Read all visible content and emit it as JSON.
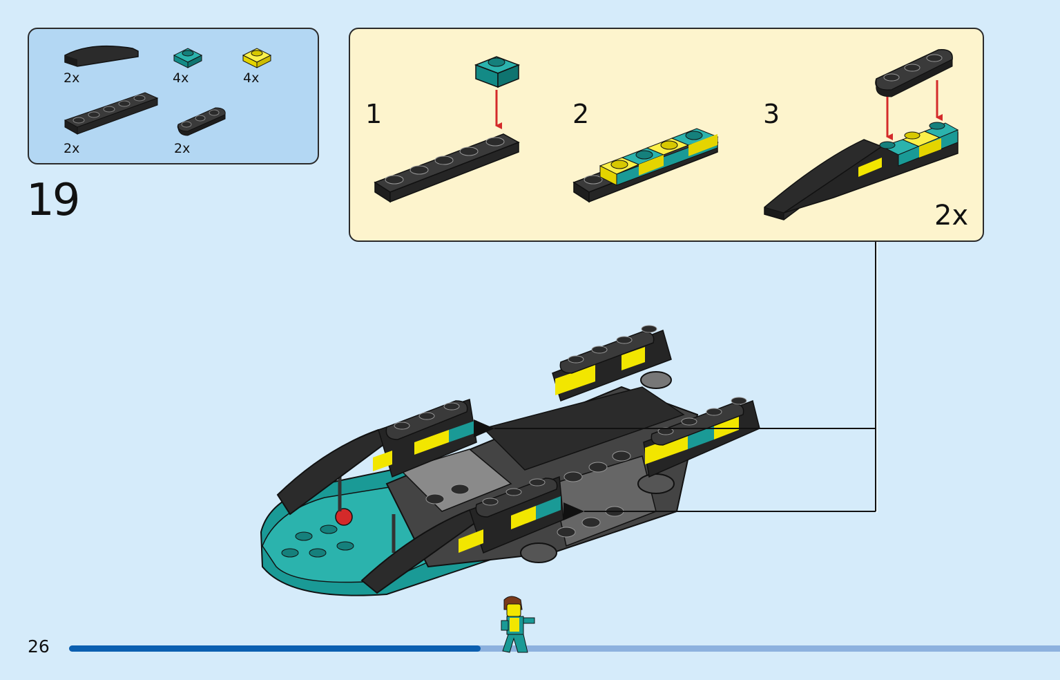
{
  "page": {
    "step_number": "19",
    "page_number": "26",
    "progress_fraction": 0.415
  },
  "parts_list": [
    {
      "name": "black-curved-slope",
      "quantity": "2x",
      "color": "#2b2b2b"
    },
    {
      "name": "teal-plate-1x1",
      "quantity": "4x",
      "color": "#1a9a96"
    },
    {
      "name": "yellow-plate-1x1",
      "quantity": "4x",
      "color": "#f2e600"
    },
    {
      "name": "black-plate-1x6",
      "quantity": "2x",
      "color": "#2b2b2b"
    },
    {
      "name": "black-plate-1x3-rounded",
      "quantity": "2x",
      "color": "#2b2b2b"
    }
  ],
  "sub_assembly": {
    "steps": [
      {
        "label": "1"
      },
      {
        "label": "2"
      },
      {
        "label": "3"
      }
    ],
    "multiplier": "2x"
  },
  "colors": {
    "background": "#d5ebfa",
    "parts_box": "#b3d7f3",
    "sub_box": "#fdf4cd",
    "arrow_red": "#d42a2a",
    "progress_done": "#0b5fb0",
    "progress_remaining": "#8db1de"
  }
}
